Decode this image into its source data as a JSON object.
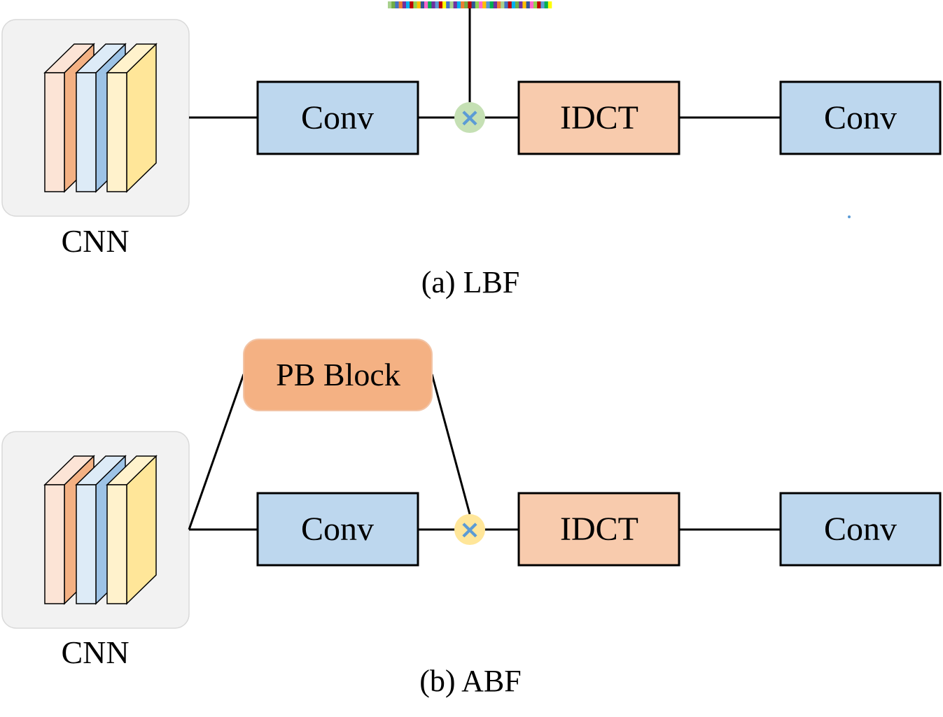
{
  "colors": {
    "conv_fill": "#bdd7ee",
    "idct_fill": "#f8cbad",
    "pb_fill": "#f4b183",
    "cnn_bg": "#f2f2f2",
    "mult_green": "#c5e0b4",
    "mult_yellow": "#ffe699",
    "mult_x": "#5b9bd5",
    "layer_orange_light": "#fce4d6",
    "layer_orange_dark": "#f4b183",
    "layer_blue_light": "#ddebf7",
    "layer_blue_dark": "#9dc3e6",
    "layer_yellow_light": "#fff2cc",
    "layer_yellow_dark": "#ffe699"
  },
  "icons": {
    "multiply": "×"
  },
  "diagram_a": {
    "cnn_label": "CNN",
    "conv1_label": "Conv",
    "idct_label": "IDCT",
    "conv2_label": "Conv",
    "caption": "(a) LBF",
    "frequency_bar_colors": [
      "#a9d18e",
      "#70ad47",
      "#4472c4",
      "#ed7d31",
      "#7030a0",
      "#00b0f0",
      "#c00000",
      "#92d050",
      "#ffc000",
      "#2f5597",
      "#ff66cc",
      "#00b050",
      "#7030a0",
      "#5b9bd5",
      "#c00000",
      "#ffff00",
      "#4472c4",
      "#a9d18e",
      "#7030a0",
      "#00b0f0",
      "#ed7d31",
      "#70ad47",
      "#c00000",
      "#2f5597",
      "#92d050",
      "#ff66cc",
      "#ffc000",
      "#5b9bd5",
      "#00b050",
      "#7030a0",
      "#ed7d31",
      "#a9d18e",
      "#4472c4",
      "#c00000",
      "#00b0f0",
      "#70ad47",
      "#7030a0",
      "#ffc000",
      "#2f5597",
      "#ff66cc",
      "#92d050",
      "#c00000",
      "#5b9bd5",
      "#00b050",
      "#ffff00"
    ]
  },
  "diagram_b": {
    "cnn_label": "CNN",
    "pb_label": "PB Block",
    "conv1_label": "Conv",
    "idct_label": "IDCT",
    "conv2_label": "Conv",
    "caption": "(b) ABF"
  }
}
